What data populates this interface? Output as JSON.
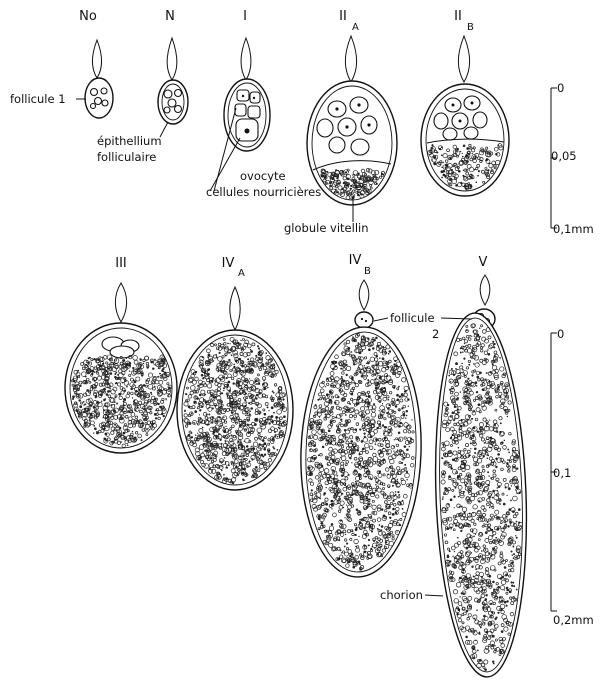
{
  "stages": [
    {
      "id": "No",
      "label": "No",
      "sub": ""
    },
    {
      "id": "N",
      "label": "N",
      "sub": ""
    },
    {
      "id": "I",
      "label": "I",
      "sub": ""
    },
    {
      "id": "IIA",
      "label": "II",
      "sub": "A"
    },
    {
      "id": "IIB",
      "label": "II",
      "sub": "B"
    },
    {
      "id": "III",
      "label": "III",
      "sub": ""
    },
    {
      "id": "IVA",
      "label": "IV",
      "sub": "A"
    },
    {
      "id": "IVB",
      "label": "IV",
      "sub": "B"
    },
    {
      "id": "V",
      "label": "V",
      "sub": ""
    }
  ],
  "annotations": {
    "follicule_1": "follicule 1",
    "epithelium_line1": "épithellium",
    "epithelium_line2": "folliculaire",
    "ovocyte": "ovocyte",
    "cellules": "cellules nourricières",
    "globule": "globule vitellin",
    "follicule_2_line1": "follicule",
    "follicule_2_line2": "2",
    "chorion": "chorion"
  },
  "scale_top": {
    "ticks": [
      "0",
      "0,05",
      "0,1mm"
    ]
  },
  "scale_bottom": {
    "ticks": [
      "0",
      "0,1",
      "0,2mm"
    ]
  }
}
